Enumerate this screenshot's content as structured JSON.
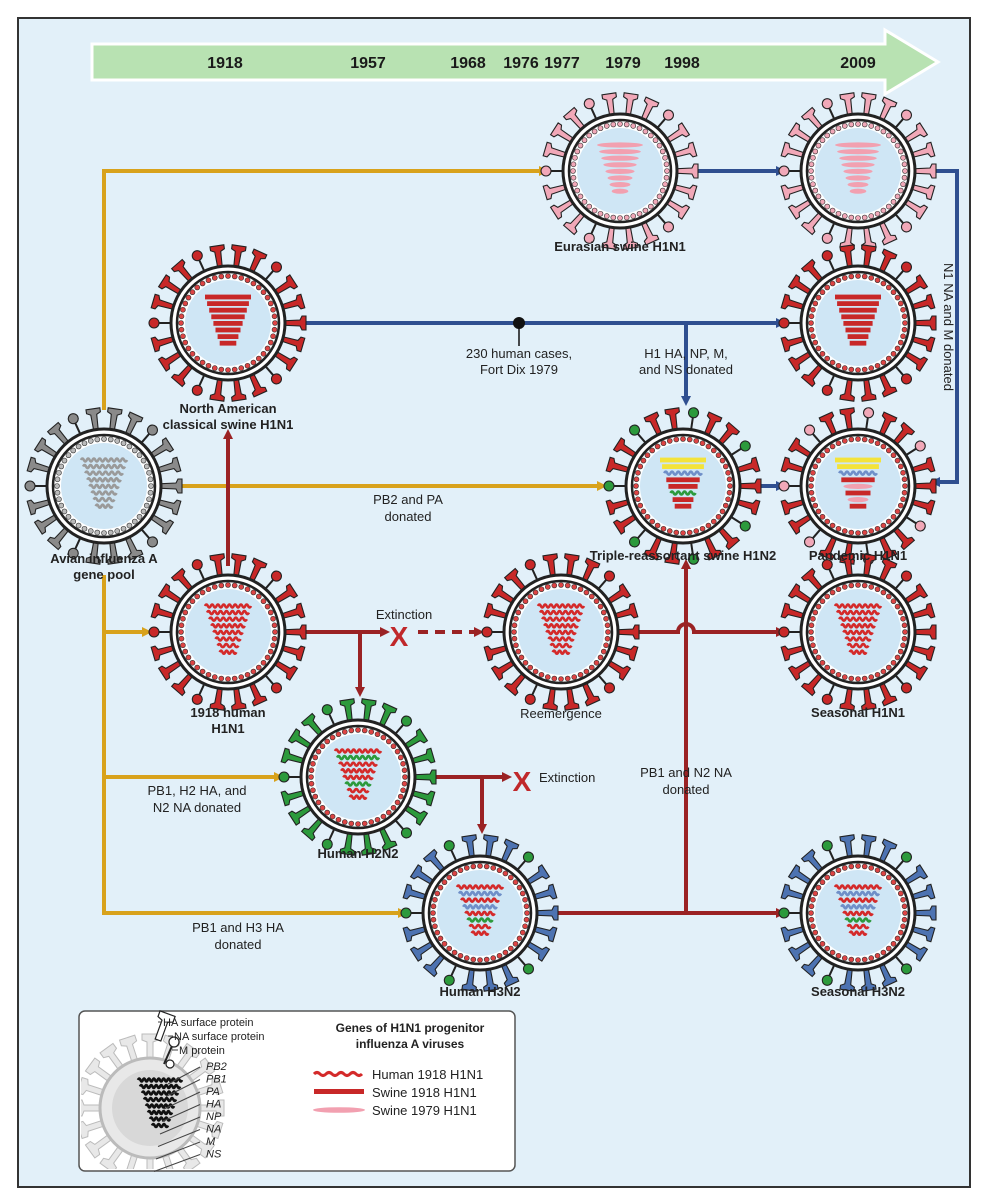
{
  "timeline": {
    "years": [
      "1918",
      "1957",
      "1968",
      "1976",
      "1977",
      "1979",
      "1998",
      "2009"
    ]
  },
  "viruses": {
    "eurasian": "Eurasian swine H1N1",
    "na_classical_1": "North American",
    "na_classical_2": "classical swine H1N1",
    "avian_1": "Avian influenza A",
    "avian_2": "gene pool",
    "triple": "Triple-reassortant swine H1N2",
    "pandemic": "Pandemic H1N1",
    "human1918_1": "1918 human",
    "human1918_2": "H1N1",
    "reemergence": "Reemergence",
    "seasonal_h1n1": "Seasonal H1N1",
    "h2n2": "Human H2N2",
    "h3n2": "Human H3N2",
    "seasonal_h3n2": "Seasonal H3N2"
  },
  "annotations": {
    "fortdix_1": "230 human cases,",
    "fortdix_2": "Fort Dix 1979",
    "h1_1": "H1 HA, NP, M,",
    "h1_2": "and NS donated",
    "n1": "N1 NA and M donated",
    "pb2_1": "PB2 and PA",
    "pb2_2": "donated",
    "extinction": "Extinction",
    "pb1_h2_1": "PB1, H2 HA, and",
    "pb1_h2_2": "N2 NA donated",
    "pb1_n2_1": "PB1 and N2 NA",
    "pb1_n2_2": "donated",
    "pb1_h3_1": "PB1 and H3 HA",
    "pb1_h3_2": "donated",
    "x_mark": "X"
  },
  "legend": {
    "title_1": "Genes of H1N1 progenitor",
    "title_2": "influenza A viruses",
    "items": [
      {
        "label": "Human 1918 H1N1",
        "color": "#d42a2a"
      },
      {
        "label": "Swine 1918 H1N1",
        "color": "#c82828"
      },
      {
        "label": "Swine 1979 H1N1",
        "color": "#f2a0b0"
      }
    ],
    "surface": [
      "HA surface protein",
      "NA surface protein",
      "M protein"
    ],
    "genes": [
      "PB2",
      "PB1",
      "PA",
      "HA",
      "NP",
      "NA",
      "M",
      "NS"
    ]
  },
  "colors": {
    "background": "#e2f0f9",
    "arrow_gold": "#d8a21c",
    "arrow_blue": "#2f4f90",
    "arrow_red": "#9a2224",
    "timeline": "#b8e2b2"
  }
}
